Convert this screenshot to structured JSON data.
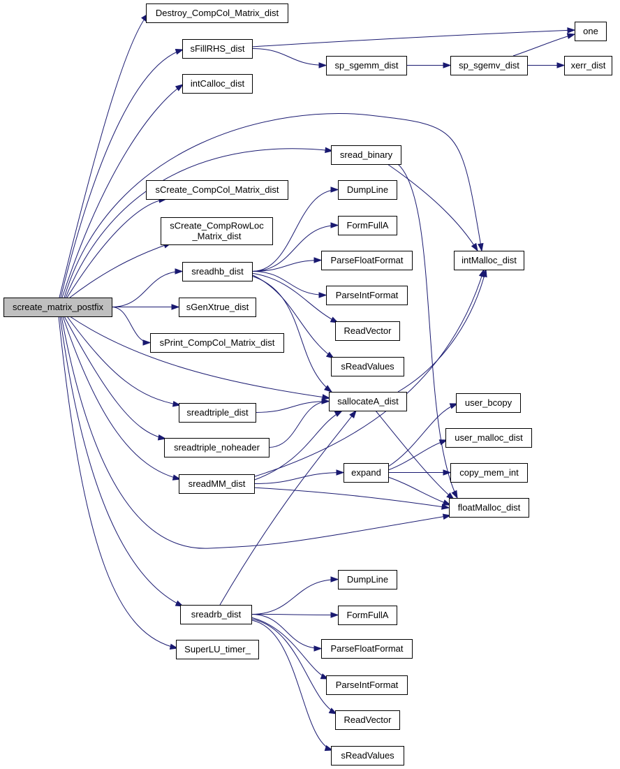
{
  "graph": {
    "edge_color": "#191970",
    "root_fill": "#bfbfbf",
    "nodes": [
      {
        "id": "root",
        "label": "screate_matrix_postfix",
        "root": true
      },
      {
        "id": "destroy",
        "label": "Destroy_CompCol_Matrix_dist"
      },
      {
        "id": "sfillrhs",
        "label": "sFillRHS_dist"
      },
      {
        "id": "intcalloc",
        "label": "intCalloc_dist"
      },
      {
        "id": "sread_binary",
        "label": "sread_binary"
      },
      {
        "id": "screate_compcol",
        "label": "sCreate_CompCol_Matrix_dist"
      },
      {
        "id": "screate_comprowloc",
        "label": "sCreate_CompRowLoc\n_Matrix_dist"
      },
      {
        "id": "sreadhb",
        "label": "sreadhb_dist"
      },
      {
        "id": "sgenxtrue",
        "label": "sGenXtrue_dist"
      },
      {
        "id": "sprint",
        "label": "sPrint_CompCol_Matrix_dist"
      },
      {
        "id": "sreadtriple",
        "label": "sreadtriple_dist"
      },
      {
        "id": "sreadtriple_nh",
        "label": "sreadtriple_noheader"
      },
      {
        "id": "sreadmm",
        "label": "sreadMM_dist"
      },
      {
        "id": "sreadrb",
        "label": "sreadrb_dist"
      },
      {
        "id": "superlu_timer",
        "label": "SuperLU_timer_"
      },
      {
        "id": "one",
        "label": "one"
      },
      {
        "id": "sp_sgemm",
        "label": "sp_sgemm_dist"
      },
      {
        "id": "sp_sgemv",
        "label": "sp_sgemv_dist"
      },
      {
        "id": "xerr",
        "label": "xerr_dist"
      },
      {
        "id": "intmalloc",
        "label": "intMalloc_dist"
      },
      {
        "id": "floatmalloc",
        "label": "floatMalloc_dist"
      },
      {
        "id": "sallocatea",
        "label": "sallocateA_dist"
      },
      {
        "id": "dumpline1",
        "label": "DumpLine"
      },
      {
        "id": "formfulla1",
        "label": "FormFullA"
      },
      {
        "id": "parsefloat1",
        "label": "ParseFloatFormat"
      },
      {
        "id": "parseint1",
        "label": "ParseIntFormat"
      },
      {
        "id": "readvector1",
        "label": "ReadVector"
      },
      {
        "id": "sreadvalues1",
        "label": "sReadValues"
      },
      {
        "id": "expand",
        "label": "expand"
      },
      {
        "id": "user_bcopy",
        "label": "user_bcopy"
      },
      {
        "id": "user_malloc",
        "label": "user_malloc_dist"
      },
      {
        "id": "copy_mem_int",
        "label": "copy_mem_int"
      },
      {
        "id": "dumpline2",
        "label": "DumpLine"
      },
      {
        "id": "formfulla2",
        "label": "FormFullA"
      },
      {
        "id": "parsefloat2",
        "label": "ParseFloatFormat"
      },
      {
        "id": "parseint2",
        "label": "ParseIntFormat"
      },
      {
        "id": "readvector2",
        "label": "ReadVector"
      },
      {
        "id": "sreadvalues2",
        "label": "sReadValues"
      }
    ],
    "edges": [
      [
        "root",
        "destroy"
      ],
      [
        "root",
        "sfillrhs"
      ],
      [
        "root",
        "intcalloc"
      ],
      [
        "root",
        "intmalloc"
      ],
      [
        "root",
        "sread_binary"
      ],
      [
        "root",
        "screate_compcol"
      ],
      [
        "root",
        "screate_comprowloc"
      ],
      [
        "root",
        "sreadhb"
      ],
      [
        "root",
        "sgenxtrue"
      ],
      [
        "root",
        "sprint"
      ],
      [
        "root",
        "sallocatea"
      ],
      [
        "root",
        "sreadtriple"
      ],
      [
        "root",
        "sreadtriple_nh"
      ],
      [
        "root",
        "sreadmm"
      ],
      [
        "root",
        "floatmalloc"
      ],
      [
        "root",
        "sreadrb"
      ],
      [
        "root",
        "superlu_timer"
      ],
      [
        "sfillrhs",
        "one"
      ],
      [
        "sfillrhs",
        "sp_sgemm"
      ],
      [
        "sp_sgemm",
        "sp_sgemv"
      ],
      [
        "sp_sgemv",
        "one"
      ],
      [
        "sp_sgemv",
        "xerr"
      ],
      [
        "sread_binary",
        "intmalloc"
      ],
      [
        "sread_binary",
        "floatmalloc"
      ],
      [
        "sreadhb",
        "dumpline1"
      ],
      [
        "sreadhb",
        "formfulla1"
      ],
      [
        "sreadhb",
        "parsefloat1"
      ],
      [
        "sreadhb",
        "parseint1"
      ],
      [
        "sreadhb",
        "readvector1"
      ],
      [
        "sreadhb",
        "sreadvalues1"
      ],
      [
        "sreadhb",
        "sallocatea"
      ],
      [
        "sallocatea",
        "intmalloc"
      ],
      [
        "sallocatea",
        "floatmalloc"
      ],
      [
        "sreadtriple",
        "sallocatea"
      ],
      [
        "sreadtriple_nh",
        "sallocatea"
      ],
      [
        "sreadmm",
        "sallocatea"
      ],
      [
        "sreadmm",
        "expand"
      ],
      [
        "sreadmm",
        "intmalloc"
      ],
      [
        "sreadmm",
        "floatmalloc"
      ],
      [
        "expand",
        "user_bcopy"
      ],
      [
        "expand",
        "user_malloc"
      ],
      [
        "expand",
        "copy_mem_int"
      ],
      [
        "expand",
        "floatmalloc"
      ],
      [
        "sreadrb",
        "sallocatea"
      ],
      [
        "sreadrb",
        "dumpline2"
      ],
      [
        "sreadrb",
        "formfulla2"
      ],
      [
        "sreadrb",
        "parsefloat2"
      ],
      [
        "sreadrb",
        "parseint2"
      ],
      [
        "sreadrb",
        "readvector2"
      ],
      [
        "sreadrb",
        "sreadvalues2"
      ]
    ]
  }
}
